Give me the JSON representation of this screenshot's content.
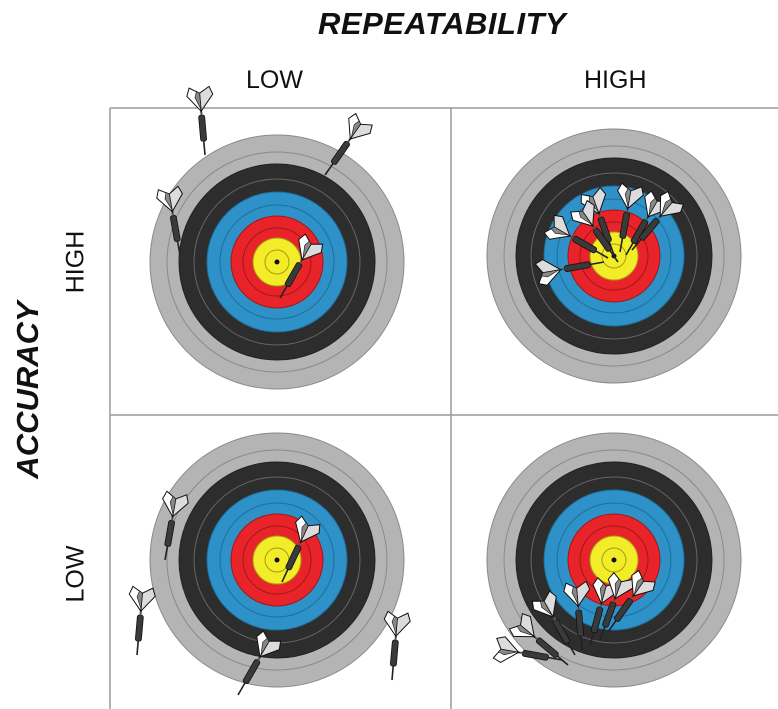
{
  "header": {
    "title": "REPEATABILITY"
  },
  "axis": {
    "y_title": "ACCURACY"
  },
  "columns": [
    {
      "label": "LOW"
    },
    {
      "label": "HIGH"
    }
  ],
  "rows": [
    {
      "label": "HIGH"
    },
    {
      "label": "LOW"
    }
  ],
  "colors": {
    "ring_gray": "#b4b4b4",
    "ring_black": "#2d2d2d",
    "ring_blue": "#2e91c8",
    "ring_red": "#e8242a",
    "ring_yellow": "#f2ec29",
    "grid": "#999999"
  }
}
